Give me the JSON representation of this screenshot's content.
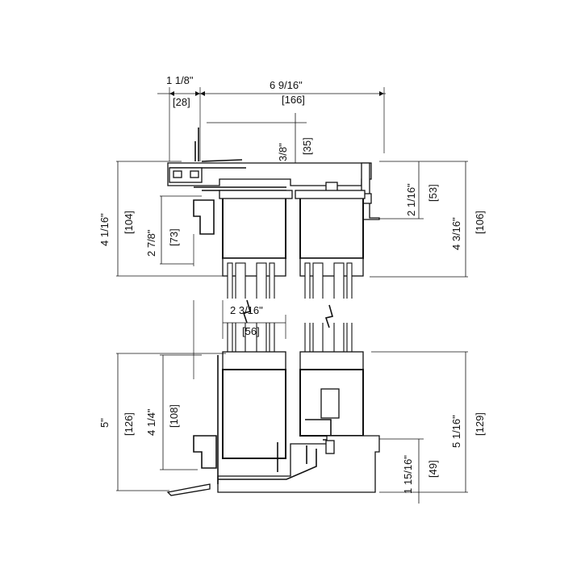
{
  "dimensions": {
    "overall_width": {
      "imperial": "6 9/16\"",
      "metric": "[166]"
    },
    "left_offset": {
      "imperial": "1 1/8\"",
      "metric": "[28]"
    },
    "top_step": {
      "imperial": "3/8\"",
      "metric": "[35]"
    },
    "head_left_outer": {
      "imperial": "4 1/16\"",
      "metric": "[104]"
    },
    "head_left_inner": {
      "imperial": "2 7/8\"",
      "metric": "[73]"
    },
    "head_right_small": {
      "imperial": "2 1/16\"",
      "metric": "[53]"
    },
    "head_right_outer": {
      "imperial": "4 3/16\"",
      "metric": "[106]"
    },
    "sash_width": {
      "imperial": "2 3/16\"",
      "metric": "[56]"
    },
    "sill_left_outer": {
      "imperial": "5\"",
      "metric": "[126]"
    },
    "sill_left_inner": {
      "imperial": "4 1/4\"",
      "metric": "[108]"
    },
    "sill_right_outer": {
      "imperial": "5 1/16\"",
      "metric": "[129]"
    },
    "sill_right_small": {
      "imperial": "1 15/16\"",
      "metric": "[49]"
    }
  }
}
